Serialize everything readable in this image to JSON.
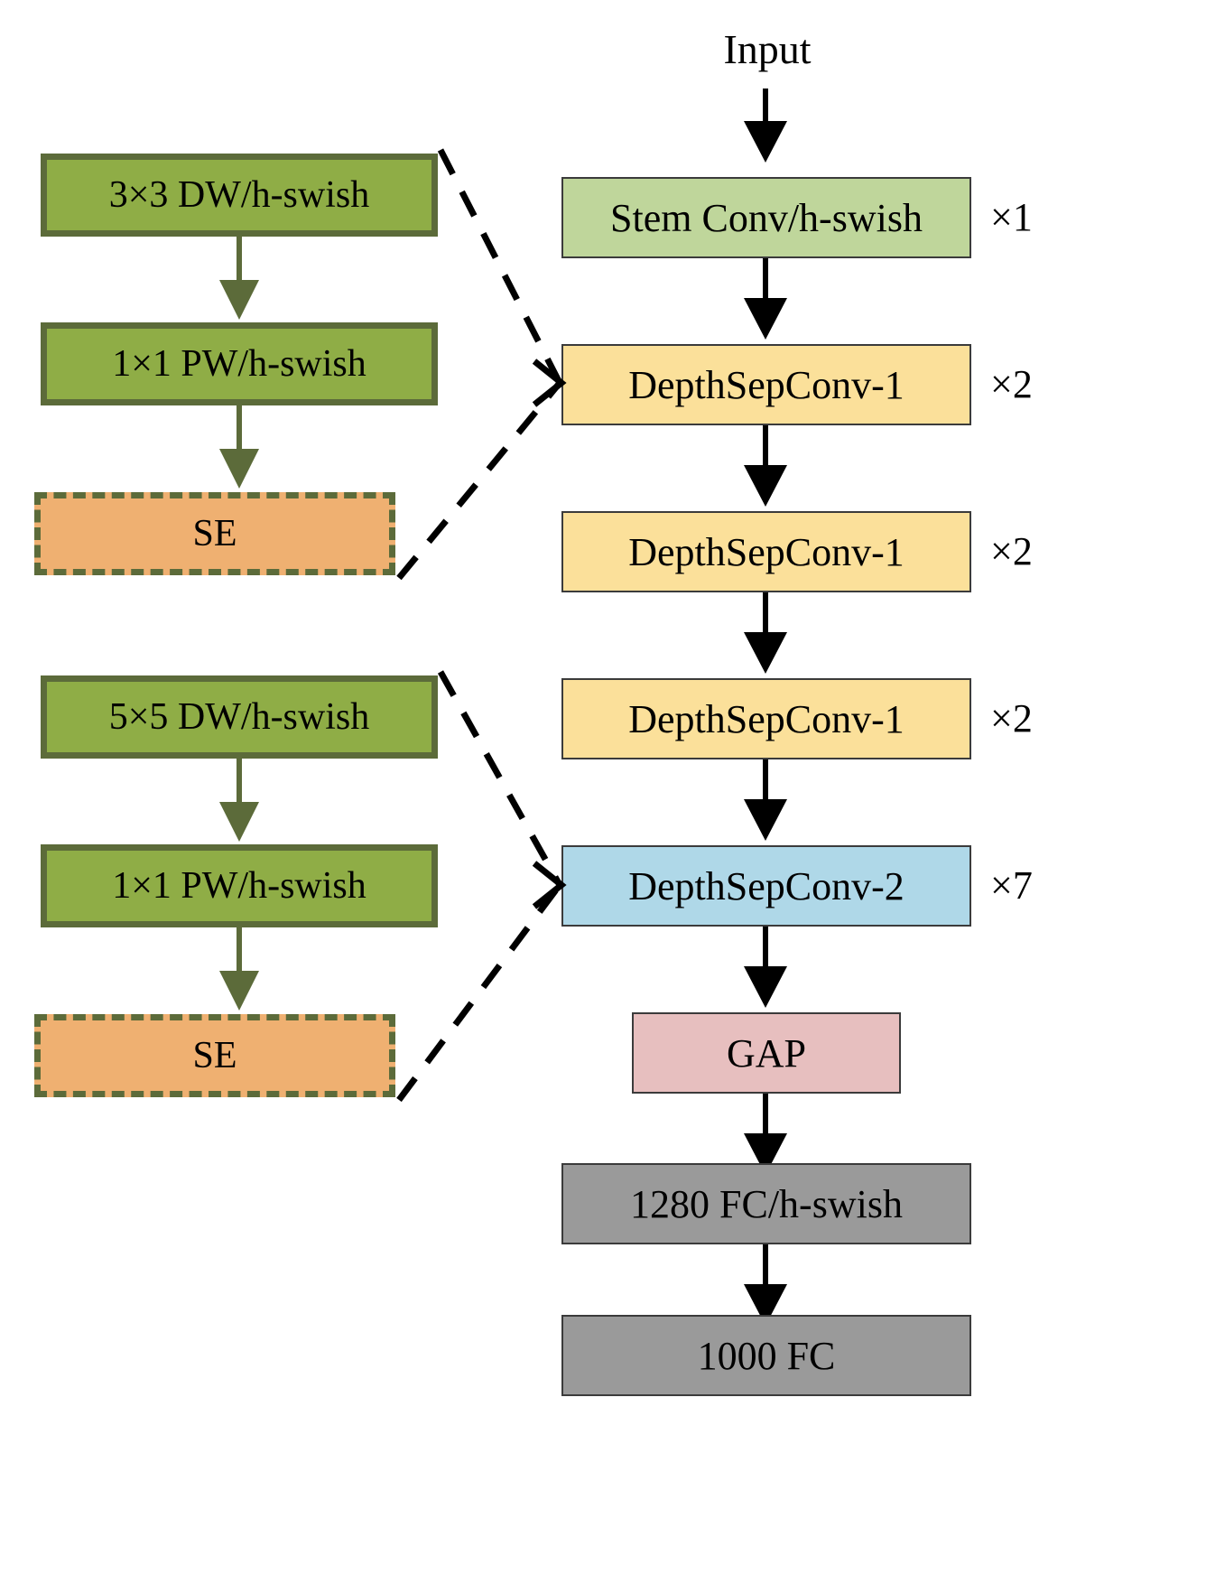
{
  "diagram": {
    "title_label": "Input",
    "colors": {
      "green_fill": "#8FAD46",
      "green_border": "#5C6B3A",
      "se_fill": "#EFB071",
      "stem_fill": "#BFD69B",
      "depthsepconv1_fill": "#FBE09A",
      "depthsepconv2_fill": "#AFD8E8",
      "gap_fill": "#E7BFBF",
      "fc_fill": "#9A9A9A",
      "arrow_black": "#000000"
    }
  },
  "left_blocks": [
    {
      "name": "depthsepconv-1-detail",
      "layers": [
        {
          "label": "3×3 DW/h-swish",
          "kind": "green"
        },
        {
          "label": "1×1 PW/h-swish",
          "kind": "green"
        },
        {
          "label": "SE",
          "kind": "se"
        }
      ]
    },
    {
      "name": "depthsepconv-2-detail",
      "layers": [
        {
          "label": "5×5 DW/h-swish",
          "kind": "green"
        },
        {
          "label": "1×1 PW/h-swish",
          "kind": "green"
        },
        {
          "label": "SE",
          "kind": "se"
        }
      ]
    }
  ],
  "pipeline": {
    "input_label": "Input",
    "stages": [
      {
        "label": "Stem Conv/h-swish",
        "multiplier": "×1",
        "color_key": "stem"
      },
      {
        "label": "DepthSepConv-1",
        "multiplier": "×2",
        "color_key": "dsc1"
      },
      {
        "label": "DepthSepConv-1",
        "multiplier": "×2",
        "color_key": "dsc1"
      },
      {
        "label": "DepthSepConv-1",
        "multiplier": "×2",
        "color_key": "dsc1"
      },
      {
        "label": "DepthSepConv-2",
        "multiplier": "×7",
        "color_key": "dsc2"
      },
      {
        "label": "GAP",
        "multiplier": "",
        "color_key": "gap"
      },
      {
        "label": "1280 FC/h-swish",
        "multiplier": "",
        "color_key": "fc"
      },
      {
        "label": "1000 FC",
        "multiplier": "",
        "color_key": "fc"
      }
    ]
  }
}
